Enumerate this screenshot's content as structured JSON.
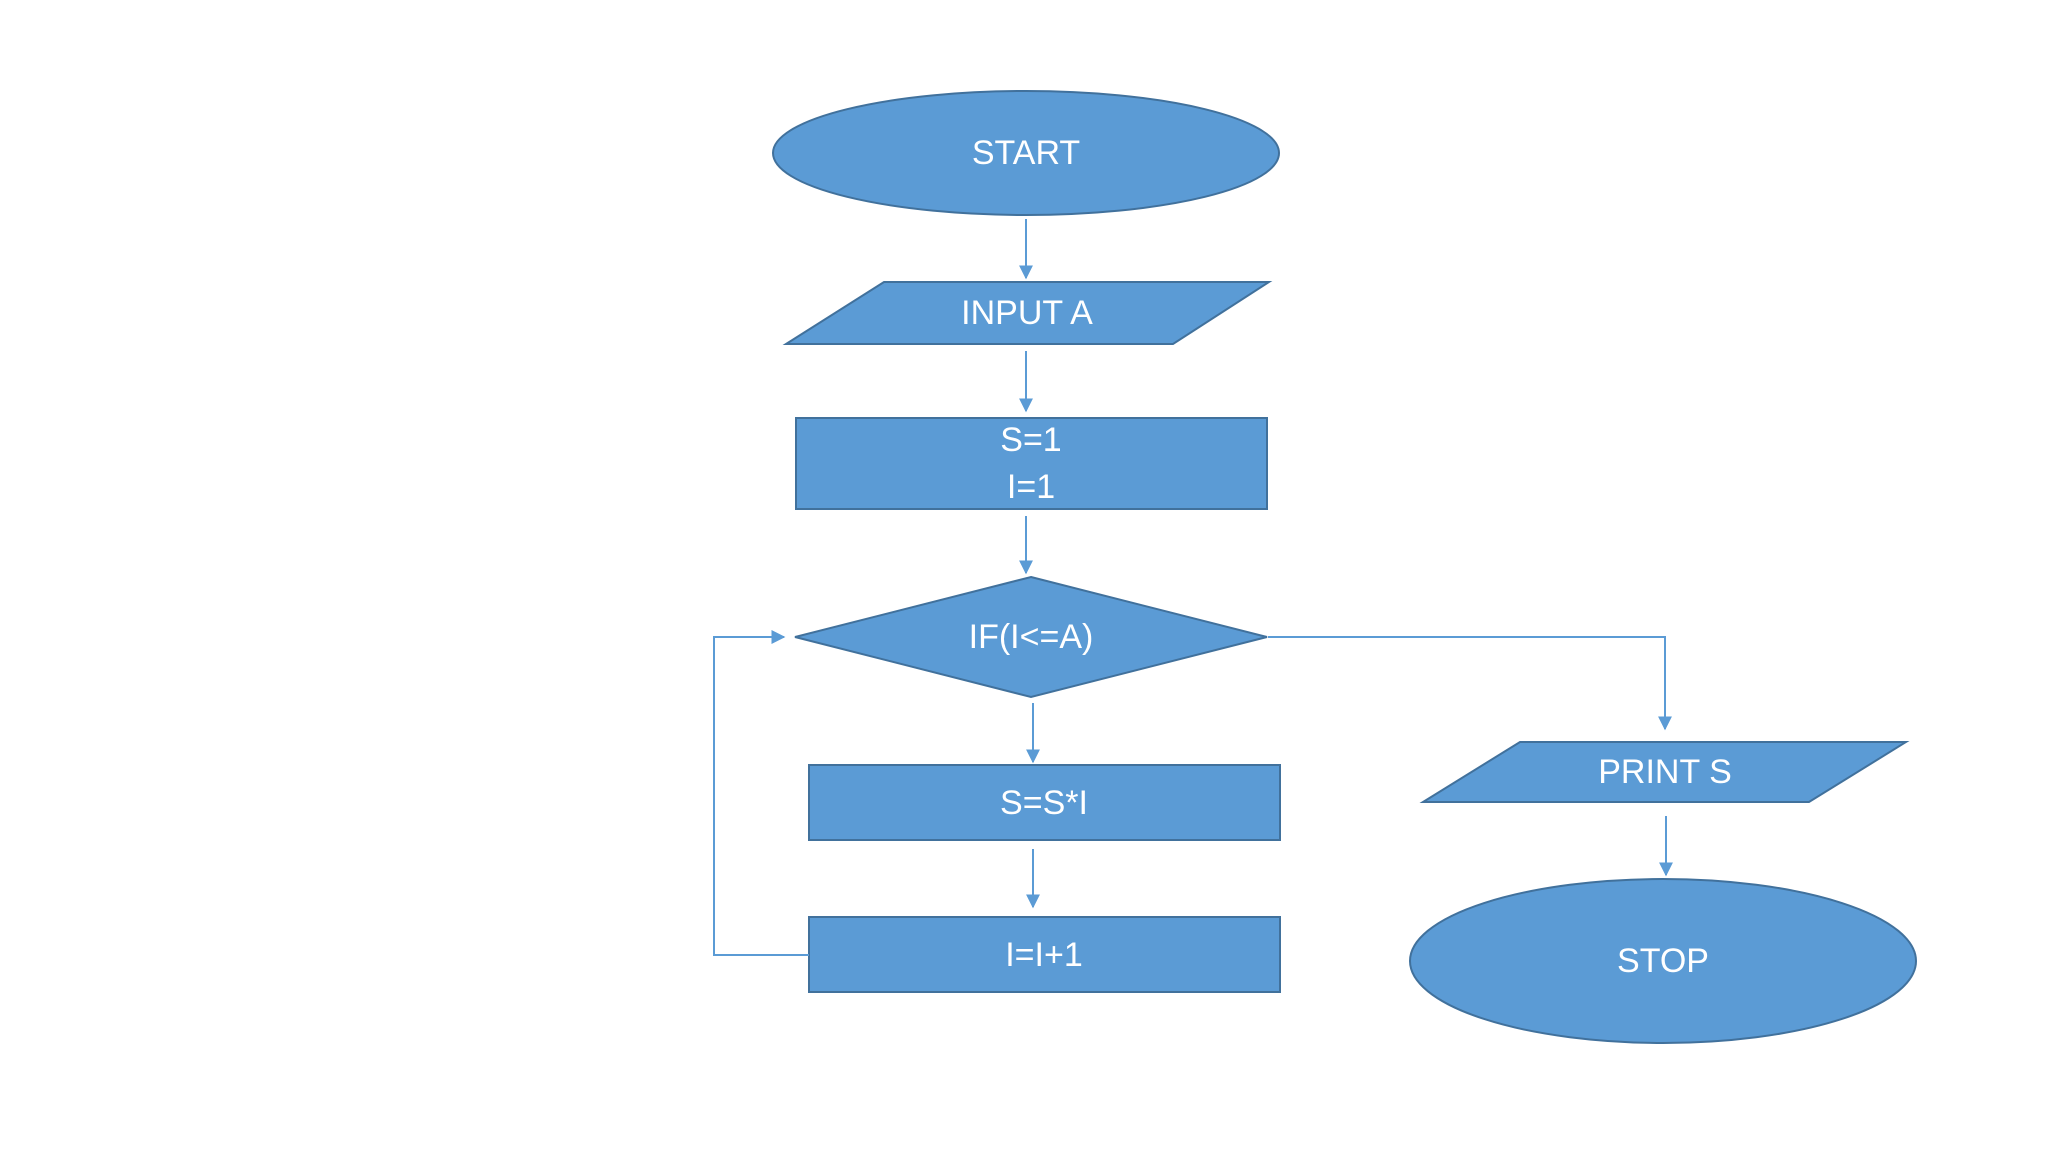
{
  "flowchart": {
    "start": "START",
    "input": "INPUT A",
    "init_s": "S=1",
    "init_i": "I=1",
    "condition": "IF(I<=A)",
    "multiply": "S=S*I",
    "increment": "I=I+1",
    "print": "PRINT S",
    "stop": "STOP"
  },
  "colors": {
    "fill": "#5b9bd5",
    "stroke": "#41719c",
    "text": "#ffffff",
    "connector": "#5b9bd5"
  }
}
